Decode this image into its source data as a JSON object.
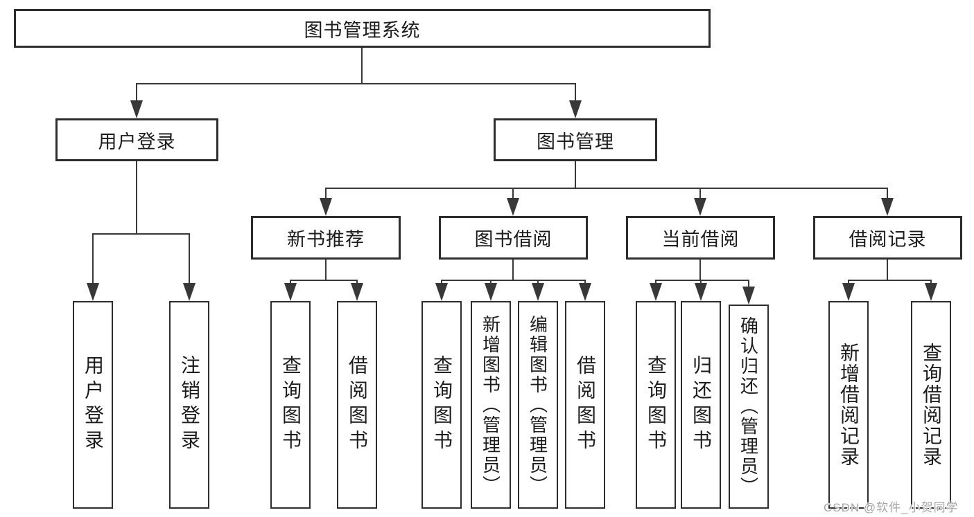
{
  "diagram_type": "hierarchy-tree",
  "tree": {
    "label": "图书管理系统",
    "children": [
      {
        "label": "用户登录",
        "children": [
          {
            "label": "用户登录"
          },
          {
            "label": "注销登录"
          }
        ]
      },
      {
        "label": "图书管理",
        "children": [
          {
            "label": "新书推荐",
            "children": [
              {
                "label": "查询图书"
              },
              {
                "label": "借阅图书"
              }
            ]
          },
          {
            "label": "图书借阅",
            "children": [
              {
                "label": "查询图书"
              },
              {
                "label": "新增图书（管理员）"
              },
              {
                "label": "编辑图书（管理员）"
              },
              {
                "label": "借阅图书"
              }
            ]
          },
          {
            "label": "当前借阅",
            "children": [
              {
                "label": "查询图书"
              },
              {
                "label": "归还图书"
              },
              {
                "label": "确认归还（管理员）"
              }
            ]
          },
          {
            "label": "借阅记录",
            "children": [
              {
                "label": "新增借阅记录"
              },
              {
                "label": "查询借阅记录"
              }
            ]
          }
        ]
      }
    ]
  },
  "watermark": "CSDN @软件_小贺同学",
  "colors": {
    "background": "#ffffff",
    "box_border": "#2d2d2d",
    "line": "#383838",
    "text": "#1c1c1c",
    "watermark": "#a5a5a5"
  }
}
